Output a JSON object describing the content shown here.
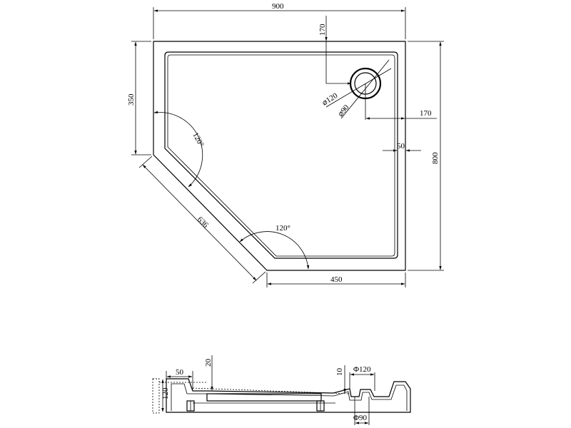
{
  "plan_view": {
    "width_label": "900",
    "depth_label": "800",
    "left_side_label": "350",
    "front_side_label": "450",
    "diagonal_label": "636",
    "angle_left_label": "120°",
    "angle_bottom_label": "120°",
    "drain_top_offset_label": "170",
    "drain_side_offset_label": "170",
    "rim_width_label": "50",
    "drain_outer_label": "⌀120",
    "drain_inner_label": "⌀90"
  },
  "section_view": {
    "rim_label": "50",
    "height_label": "120",
    "slope_label": "20",
    "drop_label": "10",
    "drain_top_label": "Φ120",
    "drain_bottom_label": "Φ90"
  }
}
